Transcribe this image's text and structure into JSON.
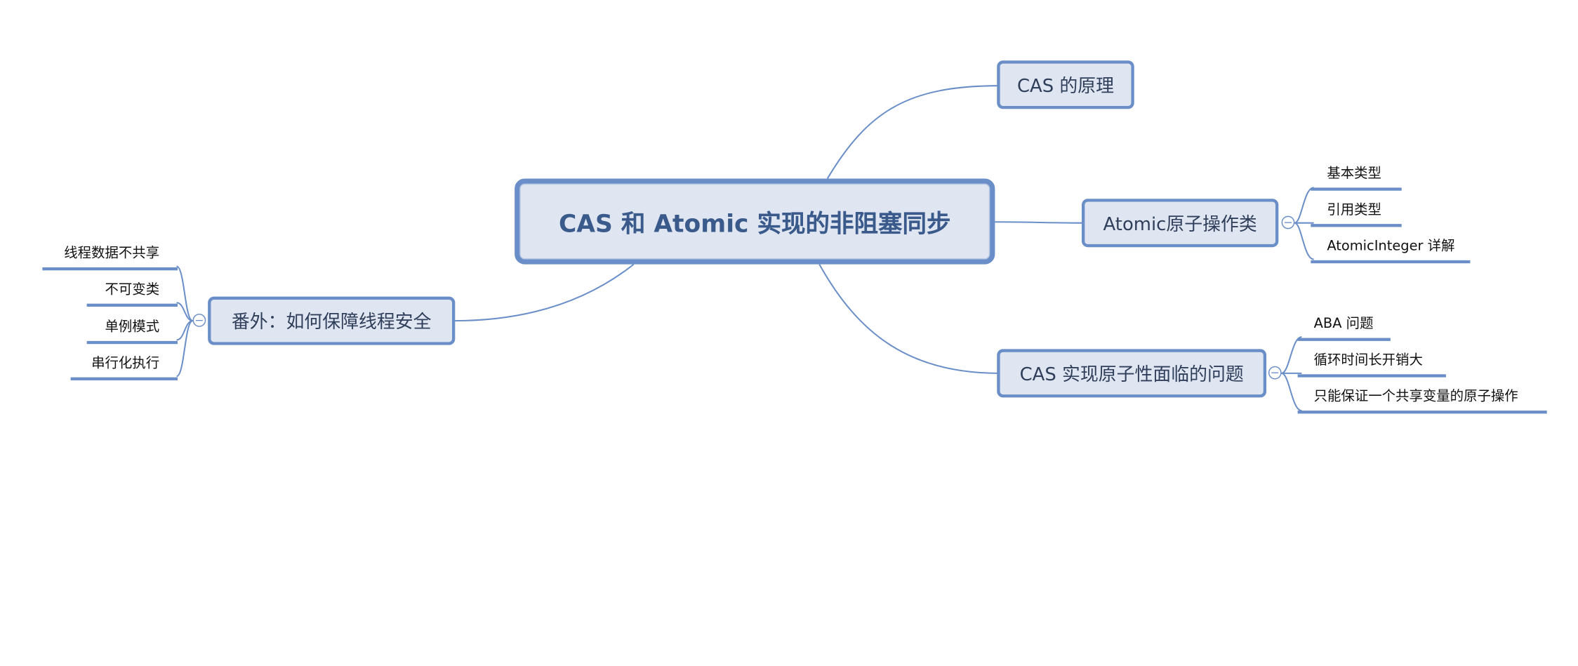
{
  "root": {
    "label": "CAS 和 Atomic 实现的非阻塞同步"
  },
  "branches": {
    "principle": {
      "label": "CAS 的原理"
    },
    "atomic": {
      "label": "Atomic原子操作类",
      "children": [
        "基本类型",
        "引用类型",
        "AtomicInteger 详解"
      ]
    },
    "problems": {
      "label": "CAS 实现原子性面临的问题",
      "children": [
        "ABA 问题",
        "循环时间长开销大",
        "只能保证一个共享变量的原子操作"
      ]
    },
    "extra": {
      "label": "番外：如何保障线程安全",
      "children": [
        "线程数据不共享",
        "不可变类",
        "单例模式",
        "串行化执行"
      ]
    }
  },
  "collapse_symbol": "−",
  "colors": {
    "node_fill": "#dfe6f1",
    "node_border": "#6a8ec7",
    "root_text": "#3a5a8c",
    "line": "#6a8ec7"
  }
}
